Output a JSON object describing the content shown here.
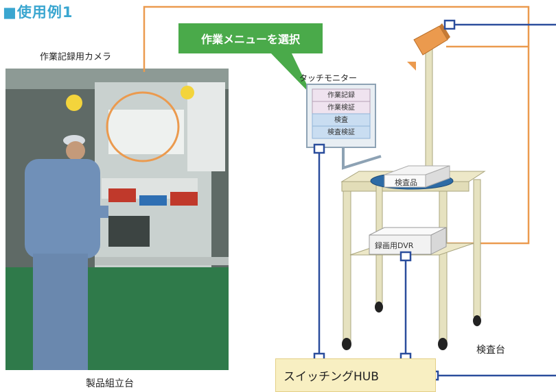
{
  "title": "■使用例1",
  "camera_caption": "作業記録用カメラ",
  "bench_caption": "製品組立台",
  "callout": "作業メニューを選択",
  "monitor_caption": "タッチモニター",
  "menu_items": [
    "作業記録",
    "作業検証",
    "検査",
    "検査検証"
  ],
  "product_label": "検査品",
  "dvr_label": "録画用DVR",
  "table_caption": "検査台",
  "hub_label": "スイッチングHUB",
  "colors": {
    "title": "#3aa6d0",
    "callout": "#4aaa4a",
    "orange_line": "#eb9a4e",
    "blue_line": "#2a4d9c",
    "hub_fill": "#f8efc2"
  }
}
